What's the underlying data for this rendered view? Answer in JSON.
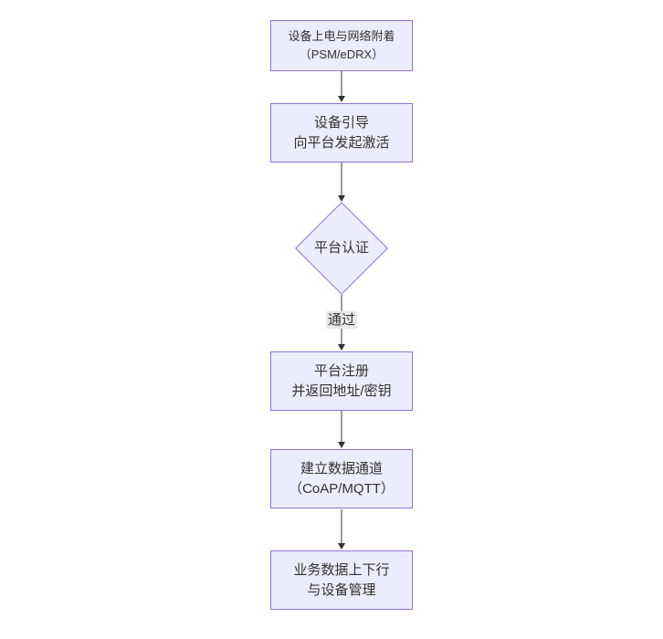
{
  "diagram": {
    "type": "flowchart-vertical",
    "colors": {
      "canvas_bg": "#ffffff",
      "node_fill": "#ECECFF",
      "node_border": "#9370DB",
      "line_color": "#333333",
      "text_color": "#333333",
      "edge_label_bg": "#e8e8e8"
    },
    "nodes": [
      {
        "id": "A",
        "shape": "rect",
        "lines": [
          "设备上电与网络附着",
          "（PSM/eDRX）"
        ]
      },
      {
        "id": "B",
        "shape": "rect",
        "lines": [
          "设备引导",
          "向平台发起激活"
        ]
      },
      {
        "id": "C",
        "shape": "diamond",
        "lines": [
          "平台认证"
        ]
      },
      {
        "id": "D",
        "shape": "rect",
        "lines": [
          "平台注册",
          "并返回地址/密钥"
        ]
      },
      {
        "id": "E",
        "shape": "rect",
        "lines": [
          "建立数据通道",
          "（CoAP/MQTT）"
        ]
      },
      {
        "id": "F",
        "shape": "rect",
        "lines": [
          "业务数据上下行",
          "与设备管理"
        ]
      }
    ],
    "edges": [
      {
        "from": "A",
        "to": "B",
        "label": ""
      },
      {
        "from": "B",
        "to": "C",
        "label": ""
      },
      {
        "from": "C",
        "to": "D",
        "label": "通过"
      },
      {
        "from": "D",
        "to": "E",
        "label": ""
      },
      {
        "from": "E",
        "to": "F",
        "label": ""
      }
    ]
  }
}
